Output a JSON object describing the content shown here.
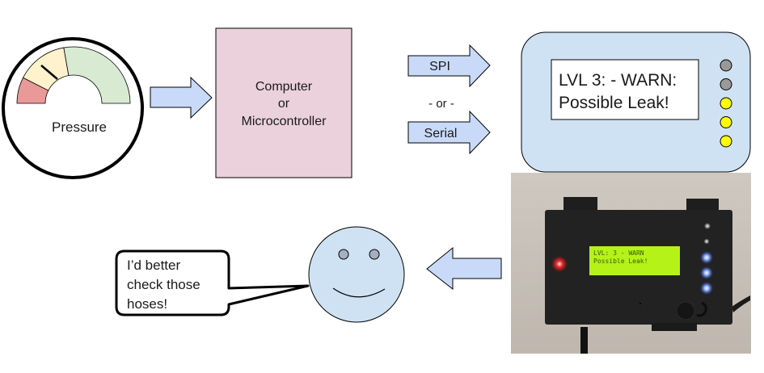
{
  "gauge": {
    "label": "Pressure",
    "zones": [
      {
        "name": "low",
        "color": "#ea9999"
      },
      {
        "name": "caution",
        "color": "#fff2cc"
      },
      {
        "name": "normal",
        "color": "#d9ead3"
      }
    ]
  },
  "processor": {
    "lines": [
      "Computer",
      "or",
      "Microcontroller"
    ],
    "fill": "#ead1dc"
  },
  "links": {
    "top_label": "SPI",
    "separator": "- or -",
    "bottom_label": "Serial",
    "arrow_fill": "#c9daf8"
  },
  "display_device": {
    "fill": "#cfe2f3",
    "screen_lines": [
      "LVL 3: - WARN:",
      "Possible Leak!"
    ],
    "leds": [
      {
        "state": "off",
        "color": "#999999"
      },
      {
        "state": "off",
        "color": "#999999"
      },
      {
        "state": "on",
        "color": "#ffff00"
      },
      {
        "state": "on",
        "color": "#ffff00"
      },
      {
        "state": "on",
        "color": "#ffff00"
      }
    ]
  },
  "photo": {
    "lcd_lines": [
      "LVL: 3 - WARN",
      "Possible Leak!"
    ],
    "lcd_color": "#b5f218",
    "status_led_color": "#ff2020",
    "blue_led_color": "#7fa8ff"
  },
  "person": {
    "face_fill": "#cfe2f3",
    "speech": [
      "I’d better",
      "check those",
      "hoses!"
    ]
  }
}
